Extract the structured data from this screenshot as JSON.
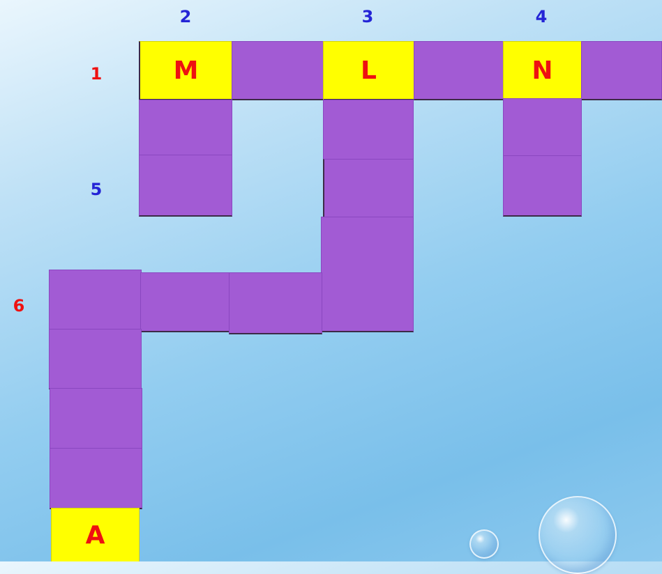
{
  "clue_numbers": {
    "n1": "1",
    "n2": "2",
    "n3": "3",
    "n4": "4",
    "n5": "5",
    "n6": "6"
  },
  "letters": {
    "row1_col1": "M",
    "row1_col3": "L",
    "row1_col5": "N",
    "bottom": "A"
  },
  "colors": {
    "empty_cell": "#a25bd4",
    "letter_cell": "#ffff00",
    "letter_text": "#ee1111",
    "across_number": "#ee1111",
    "down_number": "#2424d6"
  }
}
